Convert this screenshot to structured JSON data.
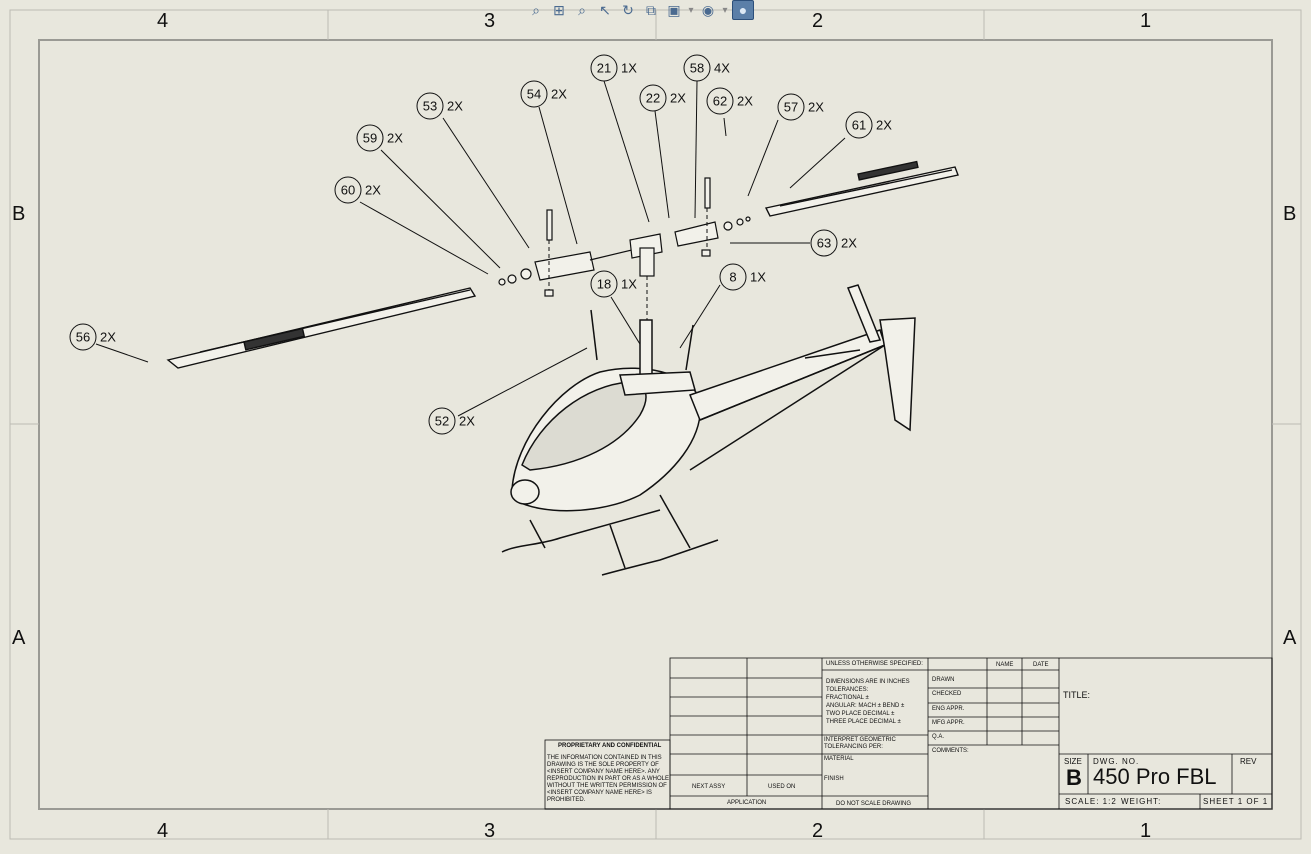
{
  "zones": {
    "columns": [
      "4",
      "3",
      "2",
      "1"
    ],
    "rows": [
      "B",
      "A"
    ]
  },
  "toolbar": {
    "icons": [
      "zoom-fit-icon",
      "zoom-area-icon",
      "zoom-in-out-icon",
      "select-icon",
      "rotate-icon",
      "section-view-icon",
      "view-orientation-icon",
      "display-style-icon",
      "hide-show-icon",
      "appearance-icon"
    ]
  },
  "balloons": [
    {
      "num": "21",
      "qty": "1X"
    },
    {
      "num": "58",
      "qty": "4X"
    },
    {
      "num": "54",
      "qty": "2X"
    },
    {
      "num": "22",
      "qty": "2X"
    },
    {
      "num": "53",
      "qty": "2X"
    },
    {
      "num": "62",
      "qty": "2X"
    },
    {
      "num": "57",
      "qty": "2X"
    },
    {
      "num": "59",
      "qty": "2X"
    },
    {
      "num": "61",
      "qty": "2X"
    },
    {
      "num": "60",
      "qty": "2X"
    },
    {
      "num": "63",
      "qty": "2X"
    },
    {
      "num": "8",
      "qty": "1X"
    },
    {
      "num": "18",
      "qty": "1X"
    },
    {
      "num": "56",
      "qty": "2X"
    },
    {
      "num": "52",
      "qty": "2X"
    }
  ],
  "title_block": {
    "unless": "UNLESS OTHERWISE SPECIFIED:",
    "name": "NAME",
    "date": "DATE",
    "drawn": "DRAWN",
    "checked": "CHECKED",
    "eng_appr": "ENG APPR.",
    "mfg_appr": "MFG APPR.",
    "qa": "Q.A.",
    "comments": "COMMENTS:",
    "dims": [
      "DIMENSIONS ARE IN INCHES",
      "TOLERANCES:",
      "FRACTIONAL ±",
      "ANGULAR: MACH ±    BEND ±",
      "TWO PLACE DECIMAL    ±",
      "THREE PLACE DECIMAL    ±"
    ],
    "interpret": [
      "INTERPRET GEOMETRIC",
      "TOLERANCING PER:"
    ],
    "material": "MATERIAL",
    "finish": "FINISH",
    "next_assy": "NEXT ASSY",
    "used_on": "USED ON",
    "application": "APPLICATION",
    "do_not_scale": "DO NOT SCALE DRAWING",
    "proprietary": "PROPRIETARY AND CONFIDENTIAL",
    "prop_lines": [
      "THE INFORMATION CONTAINED IN THIS",
      "DRAWING IS THE SOLE PROPERTY OF",
      "<INSERT COMPANY NAME HERE>. ANY",
      "REPRODUCTION IN PART OR AS A WHOLE",
      "WITHOUT THE WRITTEN PERMISSION OF",
      "<INSERT COMPANY NAME HERE> IS",
      "PROHIBITED."
    ],
    "title_label": "TITLE:",
    "size_label": "SIZE",
    "size": "B",
    "dwg_label": "DWG.  NO.",
    "dwg_no": "450 Pro FBL",
    "rev_label": "REV",
    "scale": "SCALE: 1:2",
    "weight": "WEIGHT:",
    "sheet": "SHEET 1 OF 1"
  },
  "colors": {
    "background": "#e8e7dd",
    "lines": "#111111",
    "toolbar_active": "#5b7fa8"
  }
}
